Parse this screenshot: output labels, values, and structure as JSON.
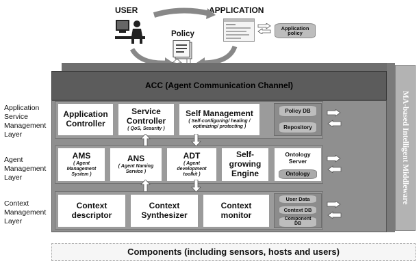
{
  "top": {
    "user_label": "USER",
    "application_label": "APPLICATION",
    "policy_label": "Policy",
    "app_policy_db": "Application policy"
  },
  "acc": {
    "label": "ACC (Agent Communication Channel)"
  },
  "side": {
    "label": "MA-based Intelligent Middleware"
  },
  "layers": {
    "service": {
      "label_lines": [
        "Application",
        "Service",
        "Management",
        "Layer"
      ],
      "boxes": [
        {
          "main": "Application Controller",
          "sub": ""
        },
        {
          "main": "Service Controller",
          "sub": "( QoS, Sesurity )"
        },
        {
          "main": "Self Management",
          "sub": "( Self-configuring/ healing / optimizing/ protecting )"
        }
      ],
      "dbs": [
        "Policy DB",
        "Repository"
      ]
    },
    "agent": {
      "label_lines": [
        "Agent",
        "Management",
        "Layer"
      ],
      "boxes": [
        {
          "main": "AMS",
          "sub": "( Agent Management System )"
        },
        {
          "main": "ANS",
          "sub": "( Agent Naming Service )"
        },
        {
          "main": "ADT",
          "sub": "( Agent development toolkit )"
        },
        {
          "main": "Self-growing Engine",
          "sub": ""
        }
      ],
      "ontology_server": "Ontology Server",
      "dbs": [
        "Ontology"
      ]
    },
    "context": {
      "label_lines": [
        "Context",
        "Management",
        "Layer"
      ],
      "boxes": [
        {
          "main": "Context descriptor",
          "sub": ""
        },
        {
          "main": "Context Synthesizer",
          "sub": ""
        },
        {
          "main": "Context monitor",
          "sub": ""
        }
      ],
      "dbs": [
        "User Data",
        "Context DB",
        "Component DB"
      ]
    }
  },
  "components": {
    "label": "Components (including sensors, hosts and users)"
  }
}
